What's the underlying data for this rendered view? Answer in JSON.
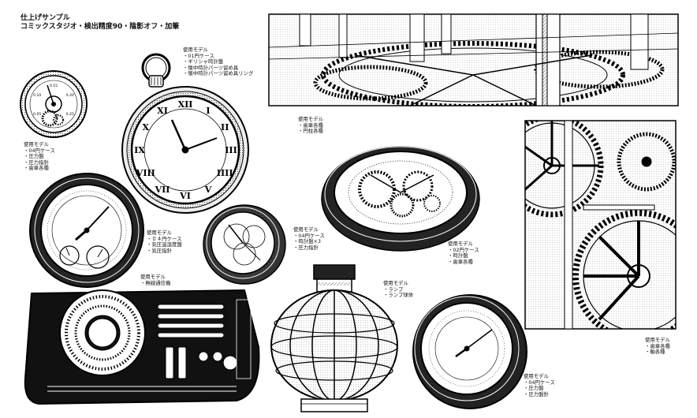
{
  "header": {
    "line1": "仕上げサンプル",
    "line2": "コミックスタジオ・検出精度90・陰影オフ・加筆"
  },
  "captions": [
    {
      "id": "pocketwatch",
      "heading": "使用モデル",
      "items": [
        "・01円ケース",
        "・ギリシャ時計盤",
        "・懐中時計パーツ留め具",
        "・懐中時計パーツ留め具リング"
      ]
    },
    {
      "id": "gauge-small",
      "heading": "使用モデル",
      "items": [
        "・04円ケース",
        "・圧力盤",
        "・圧力指針",
        "・歯車各種"
      ]
    },
    {
      "id": "gears-top",
      "heading": "使用モデル",
      "items": [
        "・歯車各種",
        "・円柱各種"
      ]
    },
    {
      "id": "barometer",
      "heading": "使用モデル",
      "items": [
        "・０４円ケース",
        "・気圧温湿度盤",
        "・気圧指針"
      ]
    },
    {
      "id": "tri-dial",
      "heading": "使用モデル",
      "items": [
        "・04円ケース",
        "・時計盤×3",
        "・圧力指針"
      ]
    },
    {
      "id": "skeleton",
      "heading": "使用モデル",
      "items": [
        "・02円ケース",
        "・時計盤",
        "・歯車各種"
      ]
    },
    {
      "id": "radio",
      "heading": "使用モデル",
      "items": [
        "・無線通信機"
      ]
    },
    {
      "id": "lamp",
      "heading": "使用モデル",
      "items": [
        "・ランプ",
        "・ランプ球体"
      ]
    },
    {
      "id": "gears-right",
      "heading": "使用モデル",
      "items": [
        "・歯車各種",
        "・軸各種"
      ]
    },
    {
      "id": "gauge-bottom",
      "heading": "使用モデル",
      "items": [
        "・04円ケース",
        "・圧力盤",
        "・圧力盤針"
      ]
    }
  ],
  "clock_numerals": [
    "XII",
    "I",
    "II",
    "III",
    "IIII",
    "V",
    "VI",
    "VII",
    "VIII",
    "IX",
    "X",
    "XI"
  ],
  "gauge_small_labels": [
    "0.05",
    "0.10",
    "0.15",
    "0.20",
    "0.25"
  ]
}
